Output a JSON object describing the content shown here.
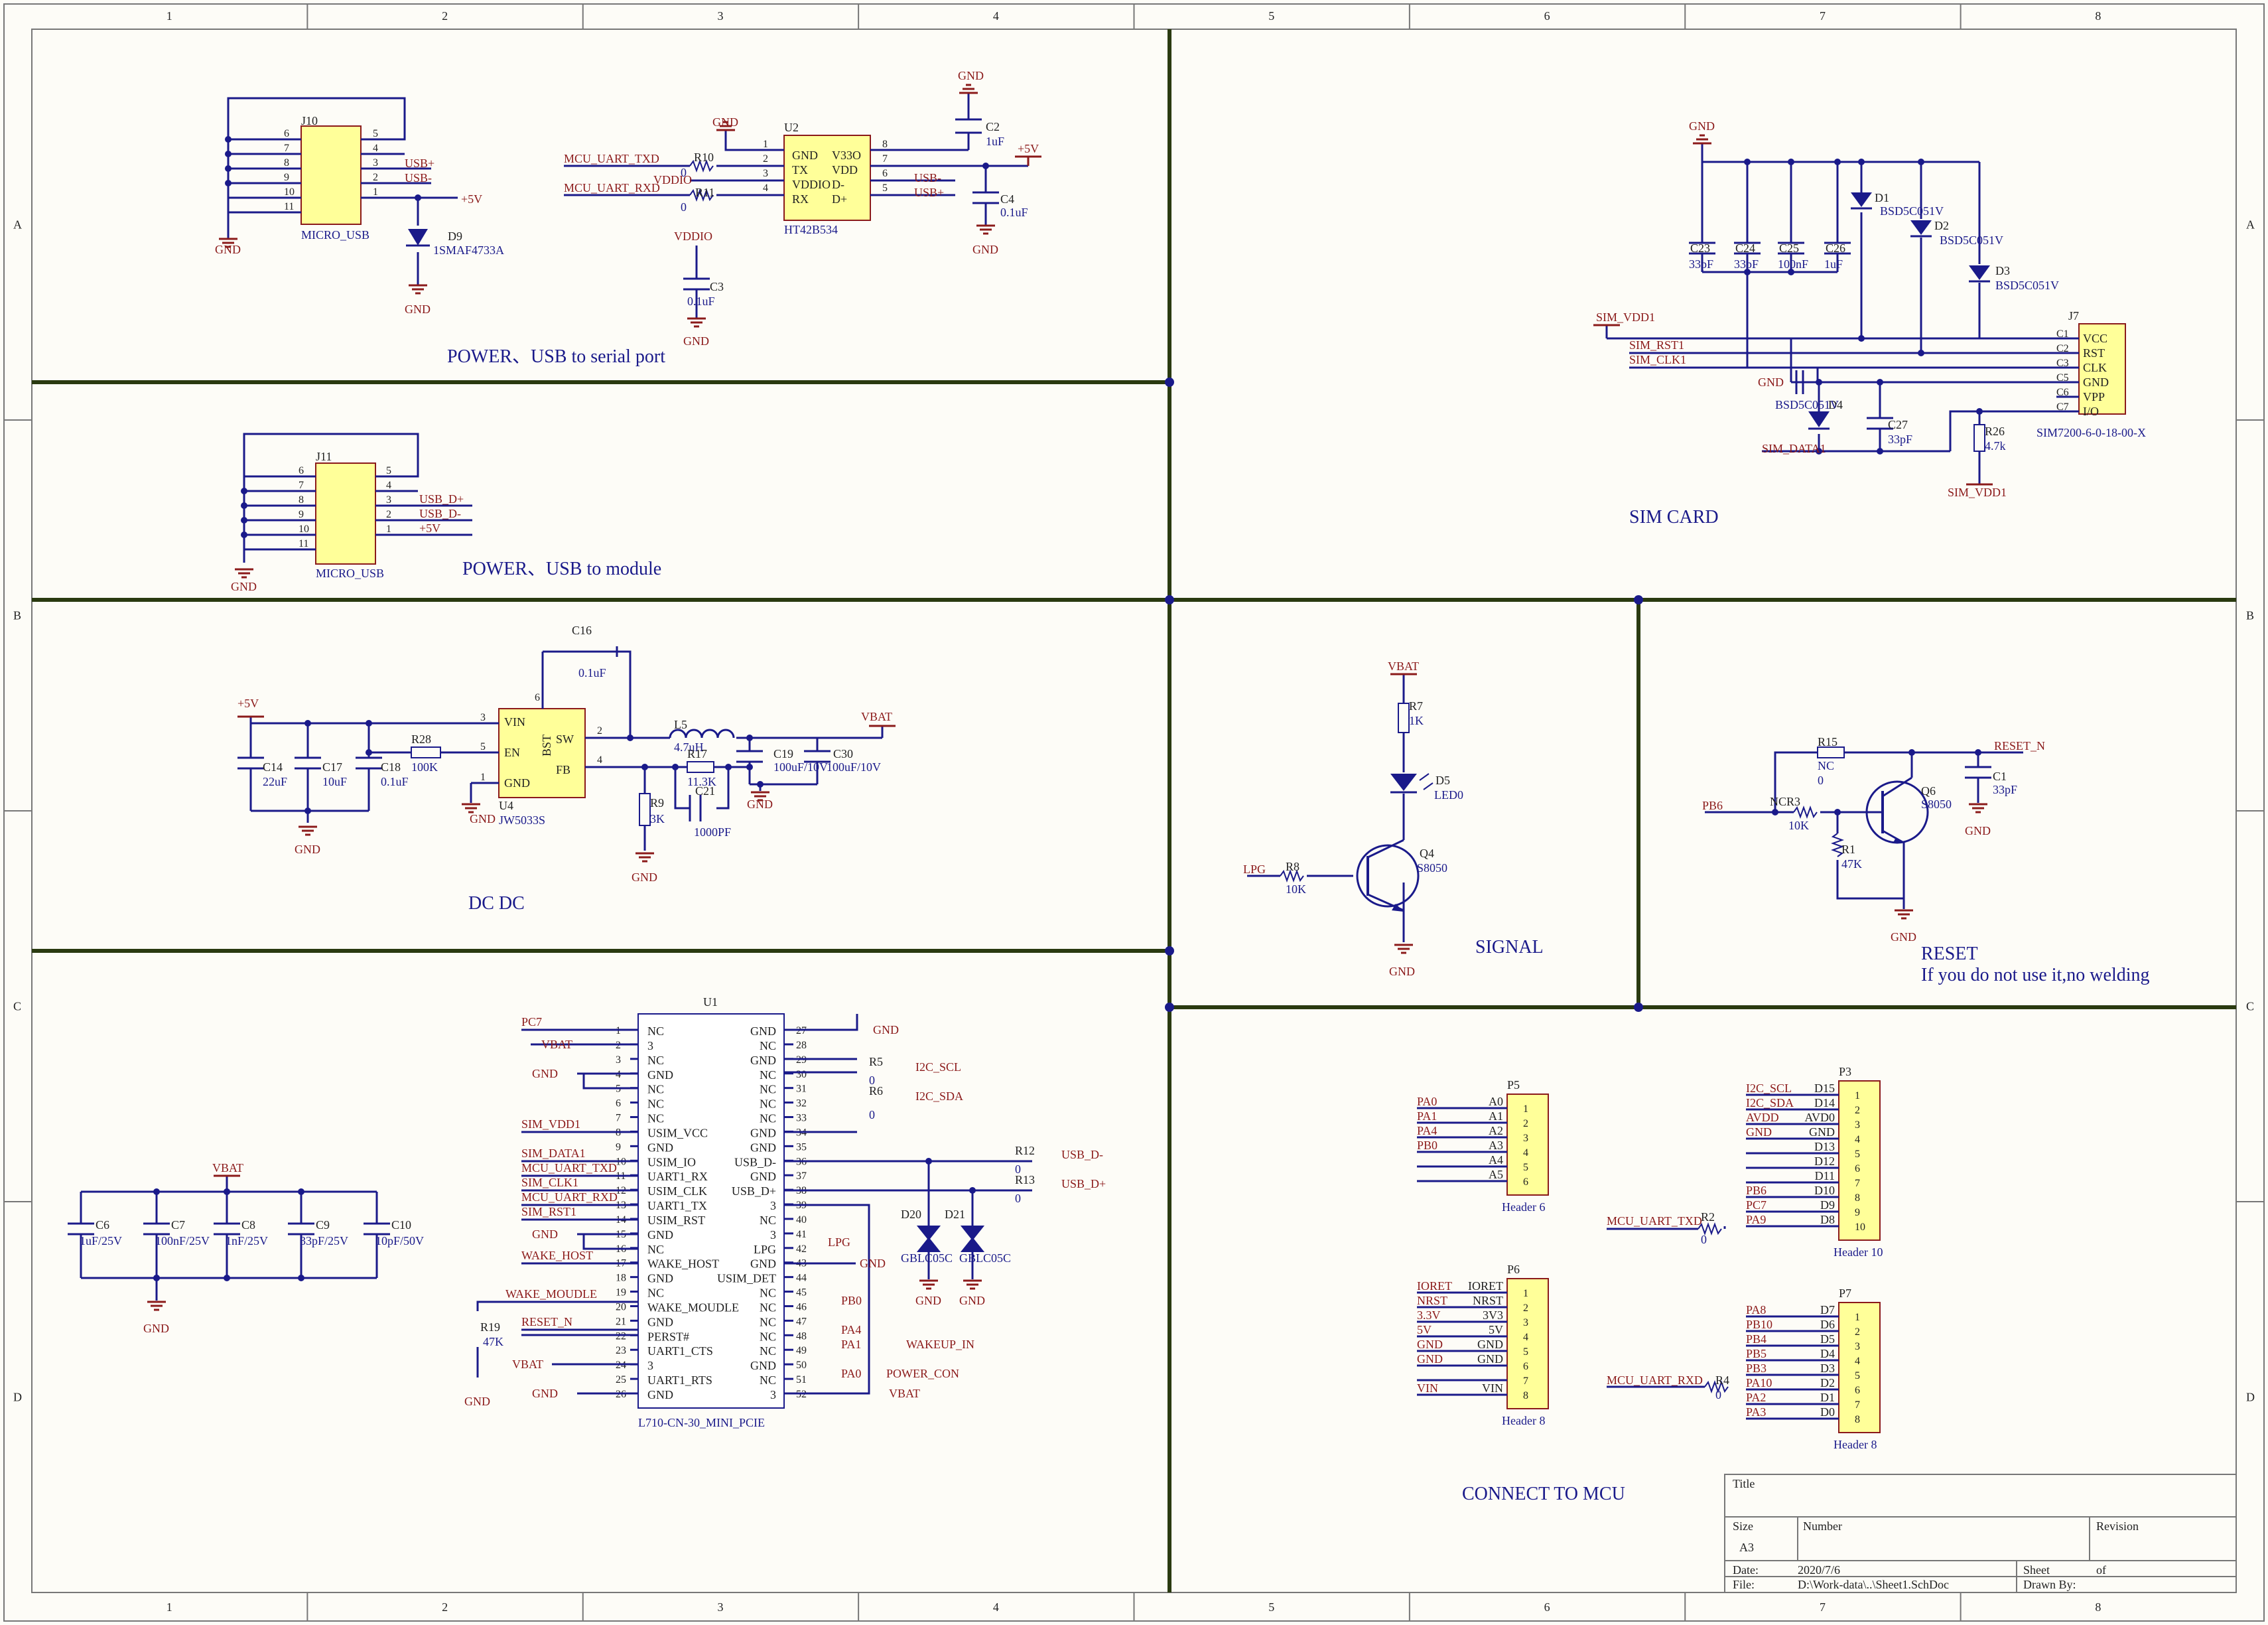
{
  "frame": {
    "columns": [
      "1",
      "2",
      "3",
      "4",
      "5",
      "6",
      "7",
      "8"
    ],
    "rows": [
      "A",
      "B",
      "C",
      "D"
    ]
  },
  "sections": {
    "power_serial": "POWER、USB to serial port",
    "power_module": "POWER、USB to module",
    "dcdc": "DC    DC",
    "sim_card": "SIM CARD",
    "signal": "SIGNAL",
    "reset_title": "RESET",
    "reset_note": "If you do not use it,no welding",
    "connect_mcu": "CONNECT TO MCU"
  },
  "j10": {
    "ref": "J10",
    "name": "MICRO_USB",
    "pins_left": [
      "6",
      "7",
      "8",
      "9",
      "10",
      "11"
    ],
    "pins_right": [
      "5",
      "4",
      "3",
      "2",
      "1"
    ],
    "nets": [
      "USB+",
      "USB-",
      "+5V"
    ],
    "gnd": "GND",
    "d9_ref": "D9",
    "d9_val": "1SMAF4733A",
    "d9_gnd": "GND"
  },
  "u2": {
    "ref": "U2",
    "name": "HT42B534",
    "left_pins": [
      "1",
      "2",
      "3",
      "4"
    ],
    "left_names": [
      "GND",
      "TX",
      "VDDIO",
      "RX"
    ],
    "right_names": [
      "V33O",
      "VDD",
      "D-",
      "D+"
    ],
    "right_pins": [
      "8",
      "7",
      "6",
      "5"
    ],
    "gnd": "GND",
    "net_txd": "MCU_UART_TXD",
    "net_rxd": "MCU_UART_RXD",
    "vddio": "VDDIO",
    "r10": "R10",
    "r10v": "0",
    "r11": "R11",
    "r11v": "0",
    "usbm": "USB-",
    "usbp": "USB+",
    "c2": "C2",
    "c2v": "1uF",
    "c2gnd": "GND",
    "p5v": "+5V",
    "c4": "C4",
    "c4v": "0.1uF",
    "c4gnd": "GND",
    "vddio2": "VDDIO",
    "c3": "C3",
    "c3v": "0.1uF",
    "c3gnd": "GND"
  },
  "j11": {
    "ref": "J11",
    "name": "MICRO_USB",
    "pins_left": [
      "6",
      "7",
      "8",
      "9",
      "10",
      "11"
    ],
    "pins_right": [
      "5",
      "4",
      "3",
      "2",
      "1"
    ],
    "nets": [
      "USB_D+",
      "USB_D-",
      "+5V"
    ],
    "gnd": "GND"
  },
  "dc": {
    "p5v": "+5V",
    "c14": "C14",
    "c14v": "22uF",
    "c17": "C17",
    "c17v": "10uF",
    "c18": "C18",
    "c18v": "0.1uF",
    "r28": "R28",
    "r28v": "100K",
    "gnd": "GND",
    "u4": "U4",
    "u4v": "JW5033S",
    "u4_pins": [
      "VIN",
      "EN",
      "GND",
      "BST",
      "SW",
      "FB"
    ],
    "u4_nums": [
      "3",
      "5",
      "1",
      "6",
      "2",
      "4"
    ],
    "c16": "C16",
    "c16v": "0.1uF",
    "l5": "L5",
    "l5v": "4.7uH",
    "r17": "R17",
    "r17v": "11.3K",
    "c21": "C21",
    "c21v": "1000PF",
    "r9": "R9",
    "r9v": "3K",
    "gnd2": "GND",
    "c19": "C19",
    "c19v": "100uF/10V",
    "c30": "C30",
    "c30v": "100uF/10V",
    "vbat": "VBAT",
    "gnd3": "GND",
    "gnd4": "GND"
  },
  "caps_bank": {
    "vbat": "VBAT",
    "caps": [
      {
        "ref": "C6",
        "val": "1uF/25V"
      },
      {
        "ref": "C7",
        "val": "100nF/25V"
      },
      {
        "ref": "C8",
        "val": "1nF/25V"
      },
      {
        "ref": "C9",
        "val": "33pF/25V"
      },
      {
        "ref": "C10",
        "val": "10pF/50V"
      }
    ],
    "gnd": "GND"
  },
  "u1": {
    "ref": "U1",
    "name": "L710-CN-30_MINI_PCIE",
    "left_nums": [
      "1",
      "2",
      "3",
      "4",
      "5",
      "6",
      "7",
      "8",
      "9",
      "10",
      "11",
      "12",
      "13",
      "14",
      "15",
      "16",
      "17",
      "18",
      "19",
      "20",
      "21",
      "22",
      "23",
      "24",
      "25",
      "26"
    ],
    "left_names": [
      "NC",
      "3",
      "NC",
      "GND",
      "NC",
      "NC",
      "NC",
      "USIM_VCC",
      "GND",
      "USIM_IO",
      "UART1_RX",
      "USIM_CLK",
      "UART1_TX",
      "USIM_RST",
      "GND",
      "NC",
      "WAKE_HOST",
      "GND",
      "NC",
      "WAKE_MOUDLE",
      "GND",
      "PERST#",
      "UART1_CTS",
      "3",
      "UART1_RTS",
      "GND"
    ],
    "right_names": [
      "GND",
      "NC",
      "GND",
      "NC",
      "NC",
      "NC",
      "NC",
      "GND",
      "GND",
      "USB_D-",
      "GND",
      "USB_D+",
      "3",
      "NC",
      "3",
      "LPG",
      "GND",
      "USIM_DET",
      "NC",
      "NC",
      "NC",
      "NC",
      "NC",
      "GND",
      "NC",
      "3"
    ],
    "right_nums": [
      "27",
      "28",
      "29",
      "30",
      "31",
      "32",
      "33",
      "34",
      "35",
      "36",
      "37",
      "38",
      "39",
      "40",
      "41",
      "42",
      "43",
      "44",
      "45",
      "46",
      "47",
      "48",
      "49",
      "50",
      "51",
      "52"
    ],
    "left_nets": {
      "pc7": "PC7",
      "vbat": "VBAT",
      "gnd": "GND",
      "sim_vdd1": "SIM_VDD1",
      "sim_data1": "SIM_DATA1",
      "mcu_txd": "MCU_UART_TXD",
      "sim_clk1": "SIM_CLK1",
      "mcu_rxd": "MCU_UART_RXD",
      "sim_rst1": "SIM_RST1",
      "gnd2": "GND",
      "wake_host": "WAKE_HOST",
      "wake_moudle": "WAKE_MOUDLE",
      "reset_n": "RESET_N",
      "vbat2": "VBAT",
      "gnd3": "GND"
    },
    "r19": "R19",
    "r19v": "47K",
    "r19gnd": "GND",
    "right_nets": {
      "gnd": "GND",
      "r5": "R5",
      "r5v": "0",
      "i2c_scl": "I2C_SCL",
      "r6": "R6",
      "r6v": "0",
      "i2c_sda": "I2C_SDA",
      "r12": "R12",
      "r12v": "0",
      "usb_dm": "USB_D-",
      "r13": "R13",
      "r13v": "0",
      "usb_dp": "USB_D+",
      "lpg": "LPG",
      "gnd2": "GND",
      "pb0": "PB0",
      "pa4": "PA4",
      "pa1": "PA1",
      "wakeup": "WAKEUP_IN",
      "pa0": "PA0",
      "power_con": "POWER_CON",
      "vbat": "VBAT"
    },
    "d20": "D20",
    "d21": "D21",
    "d20v": "GBLC05C",
    "d21v": "GBLC05C",
    "d_gnd1": "GND",
    "d_gnd2": "GND"
  },
  "sim": {
    "gnd": "GND",
    "caps": [
      {
        "ref": "C23",
        "val": "33pF"
      },
      {
        "ref": "C24",
        "val": "33pF"
      },
      {
        "ref": "C25",
        "val": "100nF"
      },
      {
        "ref": "C26",
        "val": "1uF"
      }
    ],
    "diodes": [
      {
        "ref": "D1",
        "val": "BSD5C051V"
      },
      {
        "ref": "D2",
        "val": "BSD5C051V"
      },
      {
        "ref": "D3",
        "val": "BSD5C051V"
      },
      {
        "ref": "D4",
        "val": "BSD5C051V"
      }
    ],
    "sim_vdd1": "SIM_VDD1",
    "sim_rst1": "SIM_RST1",
    "sim_clk1": "SIM_CLK1",
    "gnd2": "GND",
    "sim_data1": "SIM_DATA1",
    "c27": "C27",
    "c27v": "33pF",
    "r26": "R26",
    "r26v": "4.7k",
    "sim_vdd1_b": "SIM_VDD1",
    "j7": "J7",
    "j7_name": "SIM7200-6-0-18-00-X",
    "j7_pins": [
      "C1",
      "C2",
      "C3",
      "C5",
      "C6",
      "C7"
    ],
    "j7_names": [
      "VCC",
      "RST",
      "CLK",
      "GND",
      "VPP",
      "I/O"
    ]
  },
  "signal": {
    "vbat": "VBAT",
    "r7": "R7",
    "r7v": "1K",
    "d5": "D5",
    "d5v": "LED0",
    "lpg": "LPG",
    "r8": "R8",
    "r8v": "10K",
    "q4": "Q4",
    "q4v": "S8050",
    "gnd": "GND"
  },
  "reset": {
    "r15": "R15",
    "r15v": "NC",
    "r15v2": "0",
    "reset_n": "RESET_N",
    "c1": "C1",
    "c1v": "33pF",
    "c1gnd": "GND",
    "pb6": "PB6",
    "r3": "NCR3",
    "r3v": "10K",
    "q6": "Q6",
    "q6v": "S8050",
    "r1": "R1",
    "r1v": "47K",
    "gnd": "GND"
  },
  "p5": {
    "ref": "P5",
    "name": "Header 6",
    "nets": [
      "PA0",
      "PA1",
      "PA4",
      "PB0",
      "",
      ""
    ],
    "labels": [
      "A0",
      "A1",
      "A2",
      "A3",
      "A4",
      "A5"
    ],
    "pins": [
      "1",
      "2",
      "3",
      "4",
      "5",
      "6"
    ]
  },
  "p6": {
    "ref": "P6",
    "name": "Header 8",
    "nets": [
      "IORET",
      "NRST",
      "3.3V",
      "5V",
      "GND",
      "GND",
      "",
      "VIN"
    ],
    "labels": [
      "IORET",
      "NRST",
      "3V3",
      "5V",
      "GND",
      "GND",
      "",
      "VIN"
    ],
    "pins": [
      "1",
      "2",
      "3",
      "4",
      "5",
      "6",
      "7",
      "8"
    ]
  },
  "p3": {
    "ref": "P3",
    "name": "Header 10",
    "nets": [
      "I2C_SCL",
      "I2C_SDA",
      "AVDD",
      "GND",
      "",
      "",
      "",
      "PB6",
      "PC7",
      "PA9"
    ],
    "labels": [
      "D15",
      "D14",
      "AVD0",
      "GND",
      "D13",
      "D12",
      "D11",
      "D10",
      "D9",
      "D8"
    ],
    "pins": [
      "1",
      "2",
      "3",
      "4",
      "5",
      "6",
      "7",
      "8",
      "9",
      "10"
    ],
    "txd": "MCU_UART_TXD",
    "r2": "R2",
    "r2v": "0"
  },
  "p7": {
    "ref": "P7",
    "name": "Header 8",
    "nets": [
      "PA8",
      "PB10",
      "PB4",
      "PB5",
      "PB3",
      "PA10",
      "PA2",
      "PA3"
    ],
    "labels": [
      "D7",
      "D6",
      "D5",
      "D4",
      "D3",
      "D2",
      "D1",
      "D0"
    ],
    "pins": [
      "1",
      "2",
      "3",
      "4",
      "5",
      "6",
      "7",
      "8"
    ],
    "rxd": "MCU_UART_RXD",
    "r4": "R4",
    "r4v": "0"
  },
  "title_block": {
    "title": "Title",
    "size_label": "Size",
    "size": "A3",
    "number_label": "Number",
    "revision_label": "Revision",
    "date_label": "Date:",
    "date": "2020/7/6",
    "sheet_label": "Sheet",
    "of_label": "of",
    "file_label": "File:",
    "file": "D:\\Work-data\\..\\Sheet1.SchDoc",
    "drawn_label": "Drawn By:"
  },
  "colors": {
    "wire": "#1a1a8a",
    "net": "#8b1a1a",
    "part_fill": "#ffff99",
    "border": "#2a3a10",
    "bg": "#fdfcf7"
  }
}
